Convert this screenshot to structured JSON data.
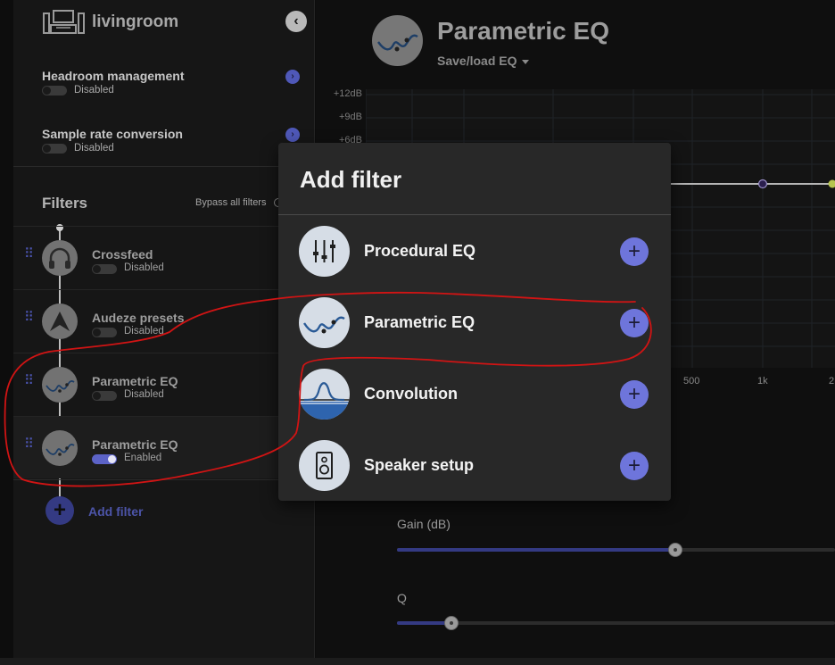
{
  "sidebar": {
    "device_name": "livingroom",
    "collapse_glyph": "‹",
    "settings": [
      {
        "title": "Headroom management",
        "state": "Disabled",
        "enabled": false,
        "go_glyph": "›"
      },
      {
        "title": "Sample rate conversion",
        "state": "Disabled",
        "enabled": false,
        "go_glyph": "›"
      }
    ],
    "filters_heading": "Filters",
    "bypass_all_label": "Bypass all filters",
    "filters": [
      {
        "name": "Crossfeed",
        "state": "Disabled",
        "enabled": false,
        "icon": "headphones-icon"
      },
      {
        "name": "Audeze presets",
        "state": "Disabled",
        "enabled": false,
        "icon": "audeze-logo-icon"
      },
      {
        "name": "Parametric EQ",
        "state": "Disabled",
        "enabled": false,
        "icon": "parametric-eq-icon"
      },
      {
        "name": "Parametric EQ",
        "state": "Enabled",
        "enabled": true,
        "icon": "parametric-eq-icon"
      }
    ],
    "add_filter_glyph": "+",
    "add_filter_label": "Add filter"
  },
  "main": {
    "title": "Parametric EQ",
    "save_load_label": "Save/load EQ",
    "graph": {
      "y_ticks": [
        "+12dB",
        "+9dB",
        "+6dB"
      ],
      "x_ticks": [
        "500",
        "1k",
        "2"
      ]
    },
    "sliders": [
      {
        "label": "Gain (dB)",
        "value_fraction": 0.635
      },
      {
        "label": "Q",
        "value_fraction": 0.125
      }
    ]
  },
  "dialog": {
    "title": "Add filter",
    "add_glyph": "+",
    "items": [
      {
        "name": "Procedural EQ",
        "icon": "sliders-icon"
      },
      {
        "name": "Parametric EQ",
        "icon": "parametric-eq-icon"
      },
      {
        "name": "Convolution",
        "icon": "convolution-icon"
      },
      {
        "name": "Speaker setup",
        "icon": "speaker-icon"
      }
    ]
  },
  "colors": {
    "accent": "#6e75db",
    "accent_dark": "#343a83",
    "annotation": "#d11414"
  }
}
